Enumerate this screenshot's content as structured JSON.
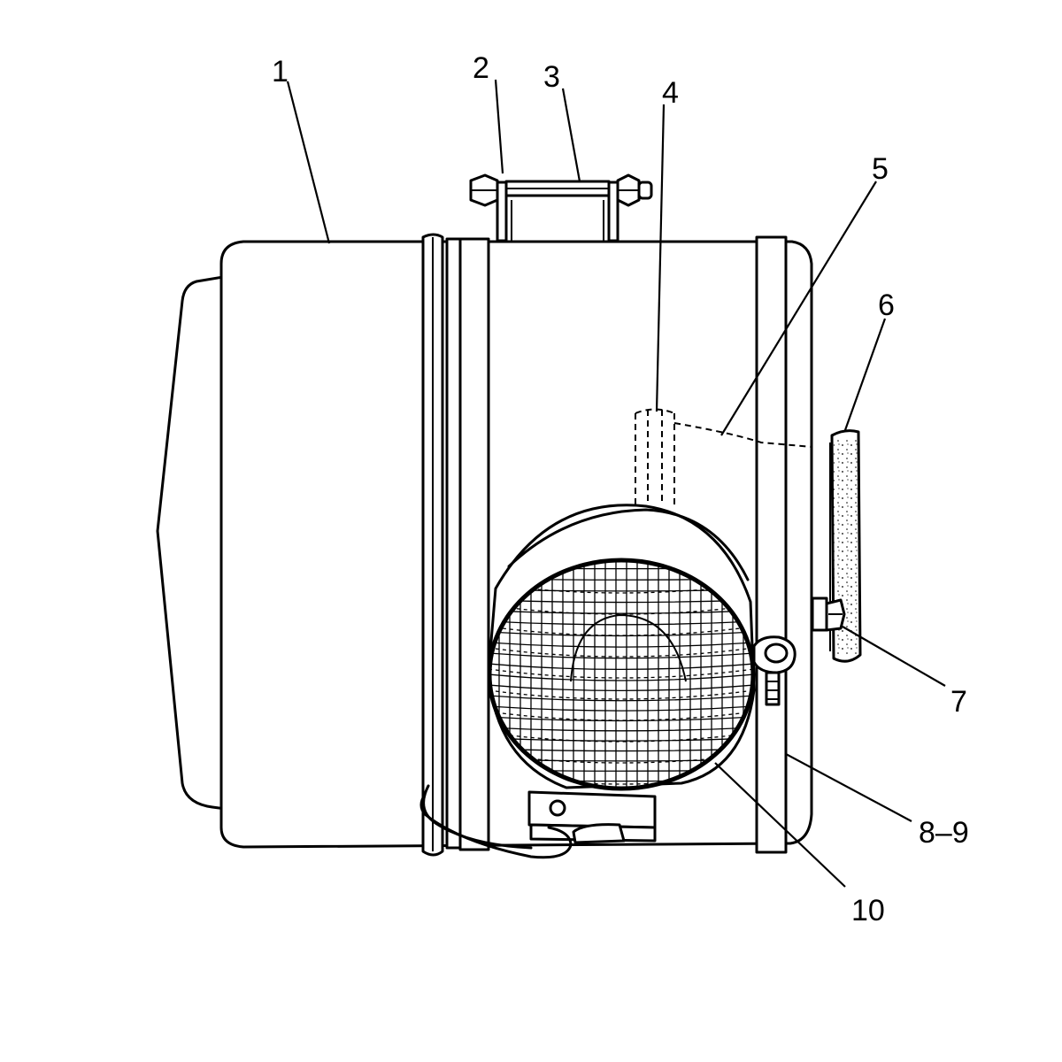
{
  "callouts": [
    {
      "id": "1",
      "text": "1"
    },
    {
      "id": "2",
      "text": "2"
    },
    {
      "id": "3",
      "text": "3"
    },
    {
      "id": "4",
      "text": "4"
    },
    {
      "id": "5",
      "text": "5"
    },
    {
      "id": "6",
      "text": "6"
    },
    {
      "id": "7",
      "text": "7"
    },
    {
      "id": "8-9",
      "text": "8–9"
    },
    {
      "id": "10",
      "text": "10"
    }
  ]
}
